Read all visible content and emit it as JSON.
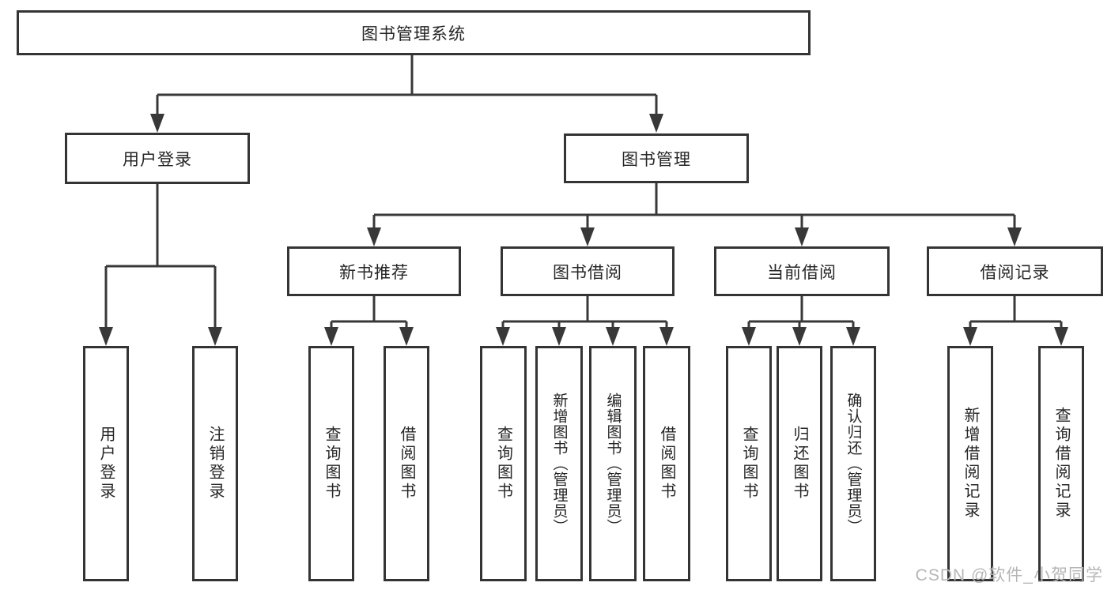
{
  "diagram_title": "图书管理系统",
  "nodes": {
    "root": "图书管理系统",
    "user_login": "用户登录",
    "book_management": "图书管理",
    "new_book_recommend": "新书推荐",
    "book_borrowing": "图书借阅",
    "current_borrowing": "当前借阅",
    "borrowing_records": "借阅记录",
    "leaf_user_login": "用户登录",
    "leaf_logout": "注销登录",
    "leaf_query_books_a": "查询图书",
    "leaf_borrow_books_a": "借阅图书",
    "leaf_query_books_b": "查询图书",
    "leaf_add_books": "新增图书（管理员）",
    "leaf_edit_books": "编辑图书（管理员）",
    "leaf_borrow_books_b": "借阅图书",
    "leaf_query_books_c": "查询图书",
    "leaf_return_books": "归还图书",
    "leaf_confirm_return": "确认归还（管理员）",
    "leaf_add_borrow_record": "新增借阅记录",
    "leaf_query_borrow_record": "查询借阅记录"
  },
  "hierarchy": {
    "图书管理系统": {
      "用户登录": [
        "用户登录",
        "注销登录"
      ],
      "图书管理": {
        "新书推荐": [
          "查询图书",
          "借阅图书"
        ],
        "图书借阅": [
          "查询图书",
          "新增图书（管理员）",
          "编辑图书（管理员）",
          "借阅图书"
        ],
        "当前借阅": [
          "查询图书",
          "归还图书",
          "确认归还（管理员）"
        ],
        "借阅记录": [
          "新增借阅记录",
          "查询借阅记录"
        ]
      }
    }
  },
  "watermark": "CSDN @软件_小贺同学",
  "colors": {
    "line": "#383838",
    "border": "#343434",
    "text": "#262626",
    "watermark": "#b6b6b6",
    "background": "#ffffff"
  }
}
